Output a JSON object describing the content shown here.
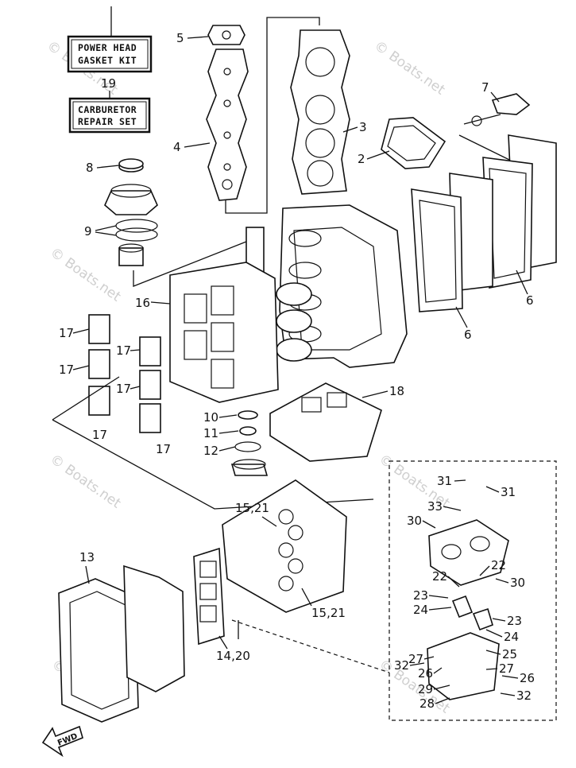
{
  "kits": {
    "power_head_line1": "POWER HEAD",
    "power_head_line2": "GASKET KIT",
    "carb_number": "19",
    "carb_line1": "CARBURETOR",
    "carb_line2": "REPAIR SET"
  },
  "callouts": {
    "c2": "2",
    "c3": "3",
    "c4": "4",
    "c5": "5",
    "c6a": "6",
    "c6b": "6",
    "c7": "7",
    "c8": "8",
    "c9": "9",
    "c10": "10",
    "c11": "11",
    "c12": "12",
    "c13": "13",
    "c14_20": "14,20",
    "c15_21a": "15,21",
    "c15_21b": "15,21",
    "c16": "16",
    "c17a": "17",
    "c17b": "17",
    "c17c": "17",
    "c17d": "17",
    "c17e": "17",
    "c17f": "17",
    "c18": "18",
    "c22a": "22",
    "c22b": "22",
    "c23a": "23",
    "c23b": "23",
    "c24a": "24",
    "c24b": "24",
    "c25": "25",
    "c26a": "26",
    "c26b": "26",
    "c27a": "27",
    "c27b": "27",
    "c28": "28",
    "c29": "29",
    "c30a": "30",
    "c30b": "30",
    "c31a": "31",
    "c31b": "31",
    "c32a": "32",
    "c32b": "32",
    "c33": "33"
  },
  "fwd_label": "FWD",
  "watermark": "© Boats.net"
}
